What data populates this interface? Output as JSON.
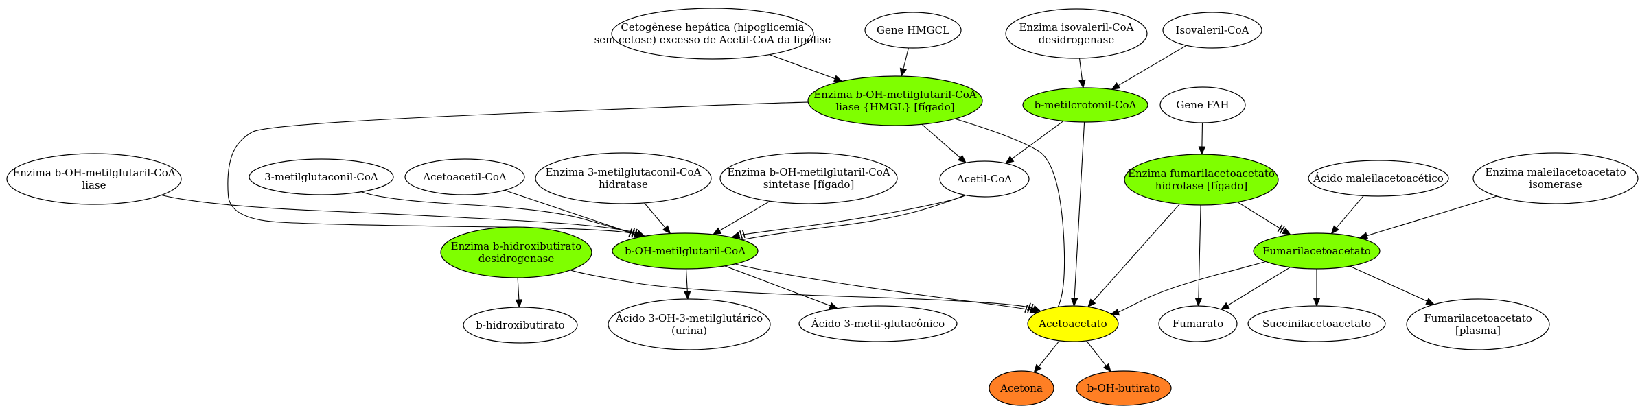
{
  "colors": {
    "white": "#ffffff",
    "green": "#7fff00",
    "yellow": "#ffff00",
    "orange": "#ff7f24"
  },
  "nodes": [
    {
      "id": "cetogenese",
      "lines": [
        "Cetogênese hepática (hipoglicemia",
        "sem cetose) excesso de Acetil-CoA da lipólise"
      ],
      "fill": "white"
    },
    {
      "id": "gene-hmgcl",
      "lines": [
        "Gene HMGCL"
      ],
      "fill": "white"
    },
    {
      "id": "enz-isovaleril",
      "lines": [
        "Enzima isovaleril-CoA",
        "desidrogenase"
      ],
      "fill": "white"
    },
    {
      "id": "isovaleril-coa",
      "lines": [
        "Isovaleril-CoA"
      ],
      "fill": "white"
    },
    {
      "id": "hmgl",
      "lines": [
        "Enzima b-OH-metilglutaril-CoA",
        "liase {HMGL} [fígado]"
      ],
      "fill": "green"
    },
    {
      "id": "b-metilcrotonil",
      "lines": [
        "b-metilcrotonil-CoA"
      ],
      "fill": "green"
    },
    {
      "id": "gene-fah",
      "lines": [
        "Gene FAH"
      ],
      "fill": "white"
    },
    {
      "id": "enz-liase",
      "lines": [
        "Enzima b-OH-metilglutaril-CoA",
        "liase"
      ],
      "fill": "white"
    },
    {
      "id": "metilglutaconil",
      "lines": [
        "3-metilglutaconil-CoA"
      ],
      "fill": "white"
    },
    {
      "id": "acetoacetil",
      "lines": [
        "Acetoacetil-CoA"
      ],
      "fill": "white"
    },
    {
      "id": "enz-hidratase",
      "lines": [
        "Enzima 3-metilglutaconil-CoA",
        "hidratase"
      ],
      "fill": "white"
    },
    {
      "id": "enz-sintetase",
      "lines": [
        "Enzima b-OH-metilglutaril-CoA",
        "sintetase [fígado]"
      ],
      "fill": "white"
    },
    {
      "id": "acetil-coa",
      "lines": [
        "Acetil-CoA"
      ],
      "fill": "white"
    },
    {
      "id": "fah",
      "lines": [
        "Enzima fumarilacetoacetato",
        "hidrolase [fígado]"
      ],
      "fill": "green"
    },
    {
      "id": "acido-maleil",
      "lines": [
        "Ácido maleilacetoacético"
      ],
      "fill": "white"
    },
    {
      "id": "enz-maleil",
      "lines": [
        "Enzima maleilacetoacetato",
        "isomerase"
      ],
      "fill": "white"
    },
    {
      "id": "enz-hidroxibutirato",
      "lines": [
        "Enzima b-hidroxibutirato",
        "desidrogenase"
      ],
      "fill": "green"
    },
    {
      "id": "hmg-coa",
      "lines": [
        "b-OH-metilglutaril-CoA"
      ],
      "fill": "green"
    },
    {
      "id": "fumarilacetoacetato",
      "lines": [
        "Fumarilacetoacetato"
      ],
      "fill": "green"
    },
    {
      "id": "b-hidroxibutirato",
      "lines": [
        "b-hidroxibutirato"
      ],
      "fill": "white"
    },
    {
      "id": "acido-3oh",
      "lines": [
        "Ácido 3-OH-3-metilglutárico",
        "(urina)"
      ],
      "fill": "white"
    },
    {
      "id": "acido-glutaconico",
      "lines": [
        "Ácido 3-metil-glutacônico"
      ],
      "fill": "white"
    },
    {
      "id": "acetoacetato",
      "lines": [
        "Acetoacetato"
      ],
      "fill": "yellow"
    },
    {
      "id": "fumarato",
      "lines": [
        "Fumarato"
      ],
      "fill": "white"
    },
    {
      "id": "succinilacetoacetato",
      "lines": [
        "Succinilacetoacetato"
      ],
      "fill": "white"
    },
    {
      "id": "fumaril-plasma",
      "lines": [
        "Fumarilacetoacetato",
        "[plasma]"
      ],
      "fill": "white"
    },
    {
      "id": "acetona",
      "lines": [
        "Acetona"
      ],
      "fill": "orange"
    },
    {
      "id": "b-oh-butirato",
      "lines": [
        "b-OH-butirato"
      ],
      "fill": "orange"
    }
  ],
  "edges": [
    {
      "from": "cetogenese",
      "to": "hmgl",
      "head": "arrow"
    },
    {
      "from": "gene-hmgcl",
      "to": "hmgl",
      "head": "arrow"
    },
    {
      "from": "enz-isovaleril",
      "to": "b-metilcrotonil",
      "head": "arrow"
    },
    {
      "from": "isovaleril-coa",
      "to": "b-metilcrotonil",
      "head": "arrow"
    },
    {
      "from": "hmgl",
      "to": "acetil-coa",
      "head": "arrow"
    },
    {
      "from": "hmgl",
      "to": "acetoacetato",
      "head": "arrow"
    },
    {
      "from": "hmgl",
      "to": "hmg-coa",
      "head": "tee-arrow"
    },
    {
      "from": "b-metilcrotonil",
      "to": "acetil-coa",
      "head": "arrow"
    },
    {
      "from": "b-metilcrotonil",
      "to": "acetoacetato",
      "head": "arrow"
    },
    {
      "from": "gene-fah",
      "to": "fah",
      "head": "arrow"
    },
    {
      "from": "enz-liase",
      "to": "hmg-coa",
      "head": "tee-arrow"
    },
    {
      "from": "metilglutaconil",
      "to": "hmg-coa",
      "head": "tee-arrow"
    },
    {
      "from": "acetoacetil",
      "to": "hmg-coa",
      "head": "tee-arrow"
    },
    {
      "from": "enz-hidratase",
      "to": "hmg-coa",
      "head": "arrow"
    },
    {
      "from": "enz-sintetase",
      "to": "hmg-coa",
      "head": "arrow"
    },
    {
      "from": "acetil-coa",
      "to": "hmg-coa",
      "head": "tee-arrow"
    },
    {
      "from": "hmg-coa",
      "to": "acetil-coa",
      "head": "arrow"
    },
    {
      "from": "fah",
      "to": "acetoacetato",
      "head": "arrow"
    },
    {
      "from": "fah",
      "to": "fumarato",
      "head": "arrow"
    },
    {
      "from": "fah",
      "to": "fumarilacetoacetato",
      "head": "tee-arrow"
    },
    {
      "from": "acido-maleil",
      "to": "fumarilacetoacetato",
      "head": "arrow"
    },
    {
      "from": "enz-maleil",
      "to": "fumarilacetoacetato",
      "head": "arrow"
    },
    {
      "from": "enz-hidroxibutirato",
      "to": "b-hidroxibutirato",
      "head": "arrow"
    },
    {
      "from": "enz-hidroxibutirato",
      "to": "acetoacetato",
      "head": "tee-arrow"
    },
    {
      "from": "hmg-coa",
      "to": "acido-3oh",
      "head": "arrow"
    },
    {
      "from": "hmg-coa",
      "to": "acido-glutaconico",
      "head": "arrow"
    },
    {
      "from": "hmg-coa",
      "to": "acetoacetato",
      "head": "tee-arrow"
    },
    {
      "from": "fumarilacetoacetato",
      "to": "acetoacetato",
      "head": "arrow"
    },
    {
      "from": "fumarilacetoacetato",
      "to": "fumarato",
      "head": "arrow"
    },
    {
      "from": "fumarilacetoacetato",
      "to": "succinilacetoacetato",
      "head": "arrow"
    },
    {
      "from": "fumarilacetoacetato",
      "to": "fumaril-plasma",
      "head": "arrow"
    },
    {
      "from": "acetoacetato",
      "to": "acetona",
      "head": "arrow"
    },
    {
      "from": "acetoacetato",
      "to": "b-oh-butirato",
      "head": "arrow"
    }
  ]
}
